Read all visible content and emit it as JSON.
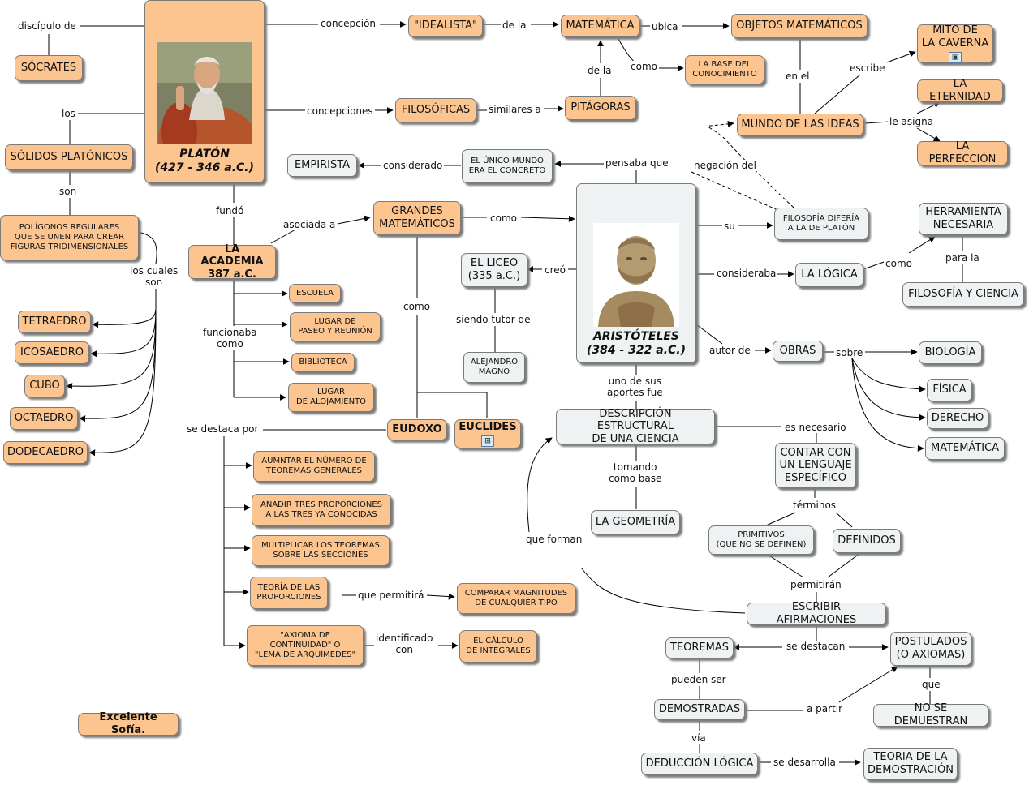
{
  "nodes": {
    "platon": {
      "name": "PLATÓN",
      "years": "(427 - 346 a.C.)"
    },
    "socrates": "SÓCRATES",
    "solidos": "SÓLIDOS PLATÓNICOS",
    "poligonos": "POLÍGONOS REGULARES\nQUE SE UNEN PARA CREAR\nFIGURAS TRIDIMENSIONALES",
    "tetraedro": "TETRAEDRO",
    "icosaedro": "ICOSAEDRO",
    "cubo": "CUBO",
    "octaedro": "OCTAEDRO",
    "dodecaedro": "DODECAEDRO",
    "idealista": "\"IDEALISTA\"",
    "matematica": "MATEMÁTICA",
    "objetos": "OBJETOS MATEMÁTICOS",
    "base_conocimiento": "LA BASE DEL\nCONOCIMIENTO",
    "mito": "MITO DE\nLA CAVERNA",
    "eternidad": "LA ETERNIDAD",
    "perfeccion": "LA PERFECCIÓN",
    "mundo_ideas": "MUNDO DE LAS IDEAS",
    "filosoficas": "FILOSÓFICAS",
    "pitagoras": "PITÁGORAS",
    "empirista": "EMPIRISTA",
    "unico_mundo": "EL ÚNICO MUNDO\nERA EL CONCRETO",
    "academia": "LA ACADEMIA\n387 a.C.",
    "grandes": "GRANDES\nMATEMÁTICOS",
    "escuela": "ESCUELA",
    "lugar_paseo": "LUGAR DE\nPASEO Y REUNIÓN",
    "biblioteca": "BIBLIOTECA",
    "lugar_alojamiento": "LUGAR\nDE ALOJAMIENTO",
    "liceo": "EL LICEO\n(335 a.C.)",
    "alejandro": "ALEJANDRO\nMAGNO",
    "aristoteles": {
      "name": "ARISTÓTELES",
      "years": "(384 - 322 a.C.)"
    },
    "filosofia_difiere": "FILOSOFÍA DIFERÍA\nA LA DE PLATÓN",
    "logica": "LA LÓGICA",
    "herramienta": "HERRAMIENTA\nNECESARIA",
    "filosofia_ciencia": "FILOSOFÍA Y CIENCIA",
    "obras": "OBRAS",
    "biologia": "BIOLOGÍA",
    "fisica": "FÍSICA",
    "derecho": "DERECHO",
    "matematica2": "MATEMÁTICA",
    "eudoxo": "EUDOXO",
    "euclides": "EUCLIDES",
    "descripcion": "DESCRIPCIÓN ESTRUCTURAL\nDE UNA CIENCIA",
    "contar": "CONTAR CON\nUN LENGUAJE\nESPECÍFICO",
    "geometria": "LA GEOMETRÍA",
    "primitivos": "PRIMITIVOS\n(QUE NO SE DEFINEN)",
    "definidos": "DEFINIDOS",
    "escribir": "ESCRIBIR AFIRMACIONES",
    "aumentar": "AUMNTAR EL NÚMERO DE\nTEOREMAS GENERALES",
    "anadir": "AÑADIR TRES PROPORCIONES\nA LAS TRES YA CONOCIDAS",
    "multiplicar": "MULTIPLICAR LOS TEOREMAS\nSOBRE LAS SECCIONES",
    "teoria_proporciones": "TEORÍA DE LAS\nPROPORCIONES",
    "comparar": "COMPARAR MAGNITUDES\nDE CUALQUIER TIPO",
    "axioma": "\"AXIOMA DE\nCONTINUIDAD\" O\n\"LEMA DE ARQUÍMEDES\"",
    "calculo": "EL CÁLCULO\nDE INTEGRALES",
    "teoremas": "TEOREMAS",
    "postulados": "POSTULADOS\n(O AXIOMAS)",
    "no_demuestran": "NO SE DEMUESTRAN",
    "demostradas": "DEMOSTRADAS",
    "deduccion": "DEDUCCIÓN LÓGICA",
    "teoria_demostracion": "TEORIA DE LA\nDEMOSTRACIÓN",
    "excelente": "Excelente Sofía."
  },
  "labels": {
    "discipulo": "discípulo de",
    "los": "los",
    "son": "son",
    "los_cuales": "los cuales\nson",
    "concepcion": "concepción",
    "de_la1": "de la",
    "ubica": "ubica",
    "como1": "como",
    "de_la2": "de la",
    "en_el": "en el",
    "escribe": "escribe",
    "le_asigna": "le asigna",
    "concepciones": "concepciones",
    "similares": "similares a",
    "considerado": "considerado",
    "pensaba": "pensaba que",
    "negacion": "negación del",
    "fundo": "fundó",
    "asociada": "asociada a",
    "como2": "como",
    "como3": "como",
    "funcionaba": "funcionaba\ncomo",
    "creo": "creó",
    "siendo_tutor": "siendo tutor de",
    "su": "su",
    "consideraba": "consideraba",
    "como4": "como",
    "para_la": "para la",
    "autor": "autor de",
    "sobre": "sobre",
    "uno_aportes": "uno de sus\naportes fue",
    "es_necesario": "es necesario",
    "tomando": "tomando\ncomo base",
    "terminos": "términos",
    "permitiran": "permitirán",
    "que_forman": "que forman",
    "se_destaca": "se destaca por",
    "que_permitira": "que permitirá",
    "identificado": "identificado\ncon",
    "se_destacan": "se destacan",
    "pueden_ser": "pueden ser",
    "a_partir": "a partir",
    "que": "que",
    "via": "vía",
    "se_desarrolla": "se desarrolla"
  },
  "colors": {
    "concept_orange": "#fcc58f",
    "concept_gray": "#eef2f3",
    "line": "#000000"
  }
}
